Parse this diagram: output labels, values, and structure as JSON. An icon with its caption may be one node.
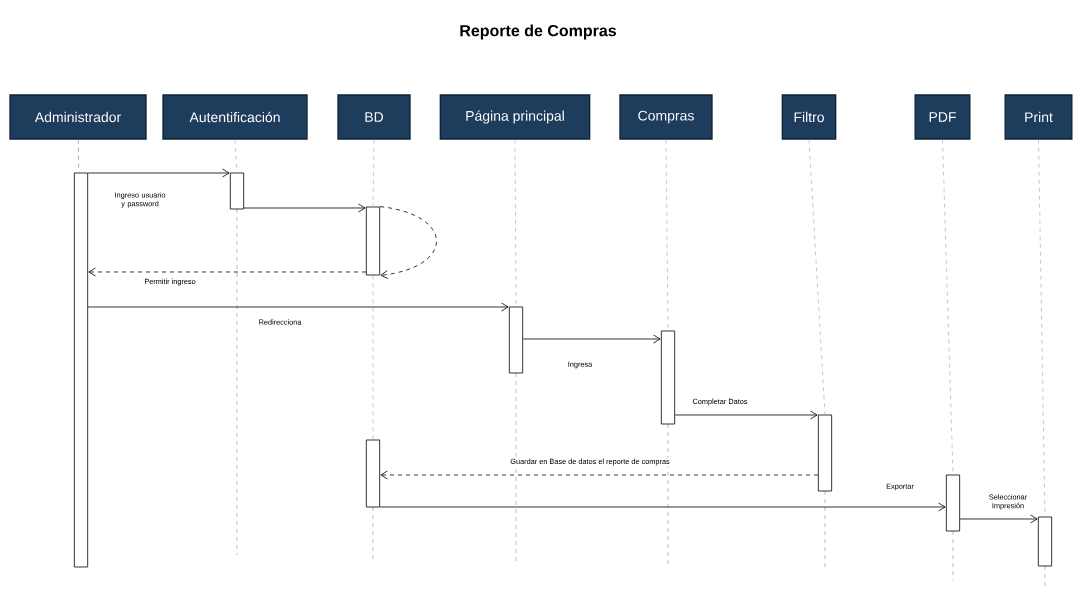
{
  "diagram": {
    "title": "Reporte de Compras",
    "nodes": [
      {
        "text": [
          "Administrador"
        ]
      },
      {
        "text": [
          "Autentificación"
        ]
      },
      {
        "text": [
          "BD"
        ]
      },
      {
        "text": [
          "Página principal"
        ]
      },
      {
        "text": [
          "Compras"
        ]
      },
      {
        "text": [
          "Filtro"
        ]
      },
      {
        "text": [
          "PDF"
        ]
      },
      {
        "text": [
          "Print"
        ]
      },
      {
        "text": [],
        "shape": "bar"
      },
      {
        "text": [],
        "shape": "bar"
      },
      {
        "text": [],
        "shape": "bar"
      },
      {
        "text": [],
        "shape": "bar"
      },
      {
        "text": [],
        "shape": "bar"
      },
      {
        "text": [],
        "shape": "bar"
      },
      {
        "text": [],
        "shape": "bar"
      },
      {
        "text": [],
        "shape": "bar"
      },
      {
        "text": [],
        "shape": "bar"
      }
    ],
    "edges": [
      {
        "from": 8,
        "to": 9,
        "arrow": "to",
        "label": "Ingreso usuario y password"
      },
      {
        "from": 9,
        "to": 10,
        "arrow": "to"
      },
      {
        "from": 10,
        "to": 10,
        "arrow": "to",
        "style": "dashed"
      },
      {
        "from": 10,
        "to": 8,
        "arrow": "to",
        "style": "dashed",
        "label": "Permitir ingreso"
      },
      {
        "from": 8,
        "to": 11,
        "arrow": "to",
        "label": "Redirecciona"
      },
      {
        "from": 11,
        "to": 12,
        "arrow": "to",
        "label": "Ingresa"
      },
      {
        "from": 12,
        "to": 13,
        "arrow": "to",
        "label": "Completar Datos"
      },
      {
        "from": 13,
        "to": 14,
        "arrow": "to",
        "style": "dashed",
        "label": "Guardar en Base de datos el reporte de compras"
      },
      {
        "from": 14,
        "to": 15,
        "arrow": "to",
        "label": "Exportar"
      },
      {
        "from": 15,
        "to": 16,
        "arrow": "to",
        "label": "Seleccionar Impresión"
      },
      {
        "from": 0,
        "to": 8,
        "arrow": "none",
        "style": "dashed",
        "color": "#999999"
      },
      {
        "from": 1,
        "to": 9,
        "arrow": "none",
        "style": "dashed",
        "color": "#999999"
      },
      {
        "from": 2,
        "to": 10,
        "arrow": "none",
        "style": "dashed",
        "color": "#999999"
      },
      {
        "from": 10,
        "to": 14,
        "arrow": "none",
        "style": "dashed",
        "color": "#999999"
      },
      {
        "from": 3,
        "to": 11,
        "arrow": "none",
        "style": "dashed",
        "color": "#999999"
      },
      {
        "from": 4,
        "to": 12,
        "arrow": "none",
        "style": "dashed",
        "color": "#999999"
      },
      {
        "from": 5,
        "to": 13,
        "arrow": "none",
        "style": "dashed",
        "color": "#999999"
      },
      {
        "from": 6,
        "to": 15,
        "arrow": "none",
        "style": "dashed",
        "color": "#999999"
      },
      {
        "from": 7,
        "to": 16,
        "arrow": "none",
        "style": "dashed",
        "color": "#999999"
      }
    ]
  }
}
